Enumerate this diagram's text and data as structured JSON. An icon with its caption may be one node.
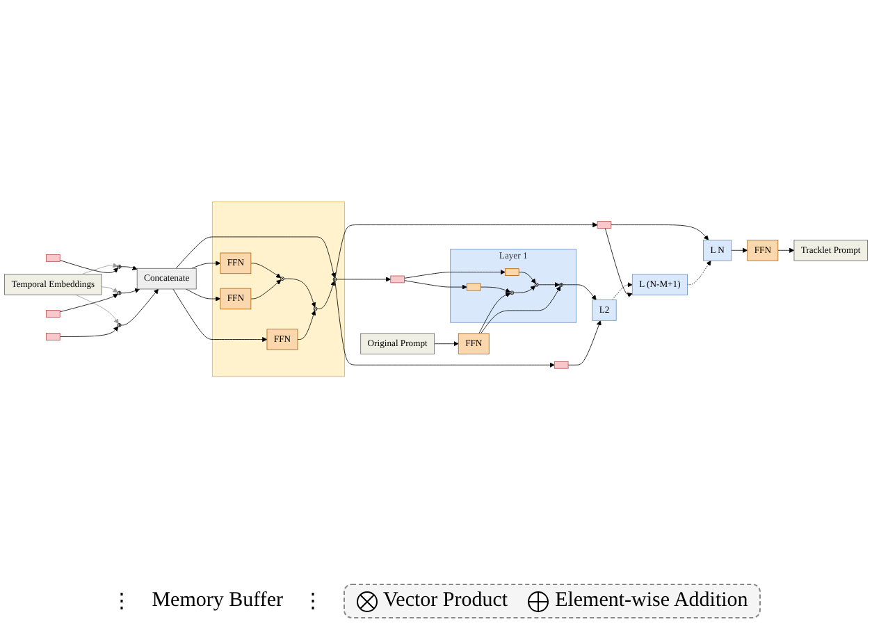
{
  "diagram": {
    "nodes": [
      {
        "text": [
          "Temporal Embeddings"
        ]
      },
      {
        "text": [],
        "shape": "box"
      },
      {
        "text": [],
        "shape": "box"
      },
      {
        "text": [],
        "shape": "box"
      },
      {
        "text": [],
        "shape": "circle"
      },
      {
        "text": [],
        "shape": "circle"
      },
      {
        "text": [],
        "shape": "circle"
      },
      {
        "text": [
          "Concatenate"
        ]
      },
      {
        "text": [],
        "shape": "box"
      },
      {
        "text": [
          "FFN"
        ],
        "in": 8
      },
      {
        "text": [
          "FFN"
        ],
        "in": 8
      },
      {
        "text": [
          "FFN"
        ],
        "in": 8
      },
      {
        "text": [],
        "shape": "circle",
        "in": 8
      },
      {
        "text": [],
        "shape": "circle",
        "in": 8
      },
      {
        "text": [],
        "shape": "circle",
        "in": 8
      },
      {
        "text": [
          "Original Prompt"
        ]
      },
      {
        "text": [],
        "shape": "box"
      },
      {
        "text": [],
        "shape": "box"
      },
      {
        "text": [],
        "shape": "box"
      },
      {
        "text": [
          "FFN"
        ]
      },
      {
        "text": [
          "Layer 1"
        ]
      },
      {
        "text": [],
        "shape": "box",
        "in": 20
      },
      {
        "text": [],
        "shape": "box",
        "in": 20
      },
      {
        "text": [],
        "shape": "circle",
        "in": 20
      },
      {
        "text": [],
        "shape": "circle",
        "in": 20
      },
      {
        "text": [],
        "shape": "circle",
        "in": 20
      },
      {
        "text": [
          "L2"
        ]
      },
      {
        "text": [
          "L (N-M+1)"
        ]
      },
      {
        "text": [
          "L N"
        ]
      },
      {
        "text": [
          "FFN"
        ]
      },
      {
        "text": [
          "Tracklet Prompt"
        ]
      }
    ],
    "edges": [
      {
        "from": 0,
        "to": 4,
        "arrow": "to",
        "color": "#999999"
      },
      {
        "from": 0,
        "to": 5,
        "arrow": "to",
        "color": "#999999"
      },
      {
        "from": 0,
        "to": 6,
        "arrow": "to",
        "color": "#999999"
      },
      {
        "from": 1,
        "to": 4,
        "arrow": "to"
      },
      {
        "from": 2,
        "to": 5,
        "arrow": "to"
      },
      {
        "from": 3,
        "to": 6,
        "arrow": "to"
      },
      {
        "from": 4,
        "to": 7,
        "arrow": "to"
      },
      {
        "from": 5,
        "to": 7,
        "arrow": "to"
      },
      {
        "from": 6,
        "to": 7,
        "arrow": "to"
      },
      {
        "from": 7,
        "to": 9,
        "arrow": "to"
      },
      {
        "from": 7,
        "to": 10,
        "arrow": "to"
      },
      {
        "from": 7,
        "to": 11,
        "arrow": "to"
      },
      {
        "from": 7,
        "to": 14,
        "arrow": "to"
      },
      {
        "from": 9,
        "to": 12,
        "arrow": "to"
      },
      {
        "from": 10,
        "to": 12,
        "arrow": "to"
      },
      {
        "from": 12,
        "to": 13,
        "arrow": "to"
      },
      {
        "from": 11,
        "to": 13,
        "arrow": "to"
      },
      {
        "from": 13,
        "to": 14,
        "arrow": "to"
      },
      {
        "from": 14,
        "to": 16,
        "arrow": "to"
      },
      {
        "from": 14,
        "to": 17,
        "arrow": "to"
      },
      {
        "from": 14,
        "to": 18,
        "arrow": "to"
      },
      {
        "from": 15,
        "to": 19,
        "arrow": "to"
      },
      {
        "from": 16,
        "to": 21,
        "arrow": "to"
      },
      {
        "from": 16,
        "to": 22,
        "arrow": "to"
      },
      {
        "from": 21,
        "to": 23,
        "arrow": "to"
      },
      {
        "from": 22,
        "to": 24,
        "arrow": "to"
      },
      {
        "from": 19,
        "to": 23,
        "arrow": "to"
      },
      {
        "from": 23,
        "to": 24,
        "arrow": "to"
      },
      {
        "from": 24,
        "to": 25,
        "arrow": "to"
      },
      {
        "from": 19,
        "to": 25,
        "arrow": "to"
      },
      {
        "from": 25,
        "to": 26,
        "arrow": "to"
      },
      {
        "from": 17,
        "to": 26,
        "arrow": "to"
      },
      {
        "from": 26,
        "to": 27,
        "arrow": "to",
        "style": "dashed"
      },
      {
        "from": 18,
        "to": 27,
        "arrow": "to"
      },
      {
        "from": 18,
        "to": 28,
        "arrow": "to"
      },
      {
        "from": 27,
        "to": 28,
        "arrow": "to",
        "style": "dashed"
      },
      {
        "from": 28,
        "to": 29,
        "arrow": "to"
      },
      {
        "from": 29,
        "to": 30,
        "arrow": "to"
      }
    ],
    "labels": [
      "⋮",
      "Memory Buffer",
      "⋮"
    ],
    "legend": [
      {
        "text": "Vector Product"
      },
      {
        "text": "Element-wise Addition"
      }
    ]
  }
}
